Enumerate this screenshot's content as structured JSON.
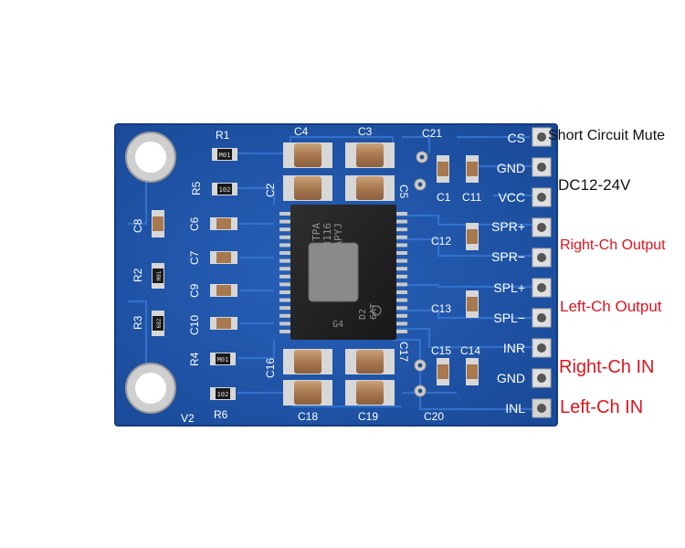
{
  "callouts": {
    "short_circuit_mute": "Short Circuit Mute",
    "dc_input": "DC12-24V",
    "right_output": "Right-Ch Output",
    "left_output": "Left-Ch Output",
    "right_in": "Right-Ch IN",
    "left_in": "Left-Ch IN"
  },
  "pins": {
    "cs": "CS",
    "gnd1": "GND",
    "vcc": "VCC",
    "sprp": "SPR+",
    "sprm": "SPR−",
    "splp": "SPL+",
    "splm": "SPL−",
    "inr": "INR",
    "gnd2": "GND",
    "inl": "INL"
  },
  "components": {
    "r1": "R1",
    "r5": "R5",
    "r2": "R2",
    "r3": "R3",
    "r4": "R4",
    "r6": "R6",
    "c1": "C1",
    "c2": "C2",
    "c3": "C3",
    "c4": "C4",
    "c5": "C5",
    "c6": "C6",
    "c7": "C7",
    "c8": "C8",
    "c9": "C9",
    "c10": "C10",
    "c11": "C11",
    "c12": "C12",
    "c13": "C13",
    "c14": "C14",
    "c15": "C15",
    "c16": "C16",
    "c17": "C17",
    "c18": "C18",
    "c19": "C19",
    "c20": "C20",
    "c21": "C21",
    "v2": "V2"
  },
  "resistor_codes": {
    "r1": "M01",
    "r5": "102",
    "r2": "M01",
    "r3": "682",
    "r4": "M01",
    "r6": "102"
  },
  "chip": {
    "line1": "TPA",
    "line2": "3116",
    "line3": "APYJ",
    "line4": "D2",
    "line5": "6AT",
    "line6": "G4"
  },
  "colors": {
    "board": "#1f54a8",
    "trace": "#3576d2",
    "pad": "#d7d7d7",
    "callout_red": "#e0141e"
  }
}
